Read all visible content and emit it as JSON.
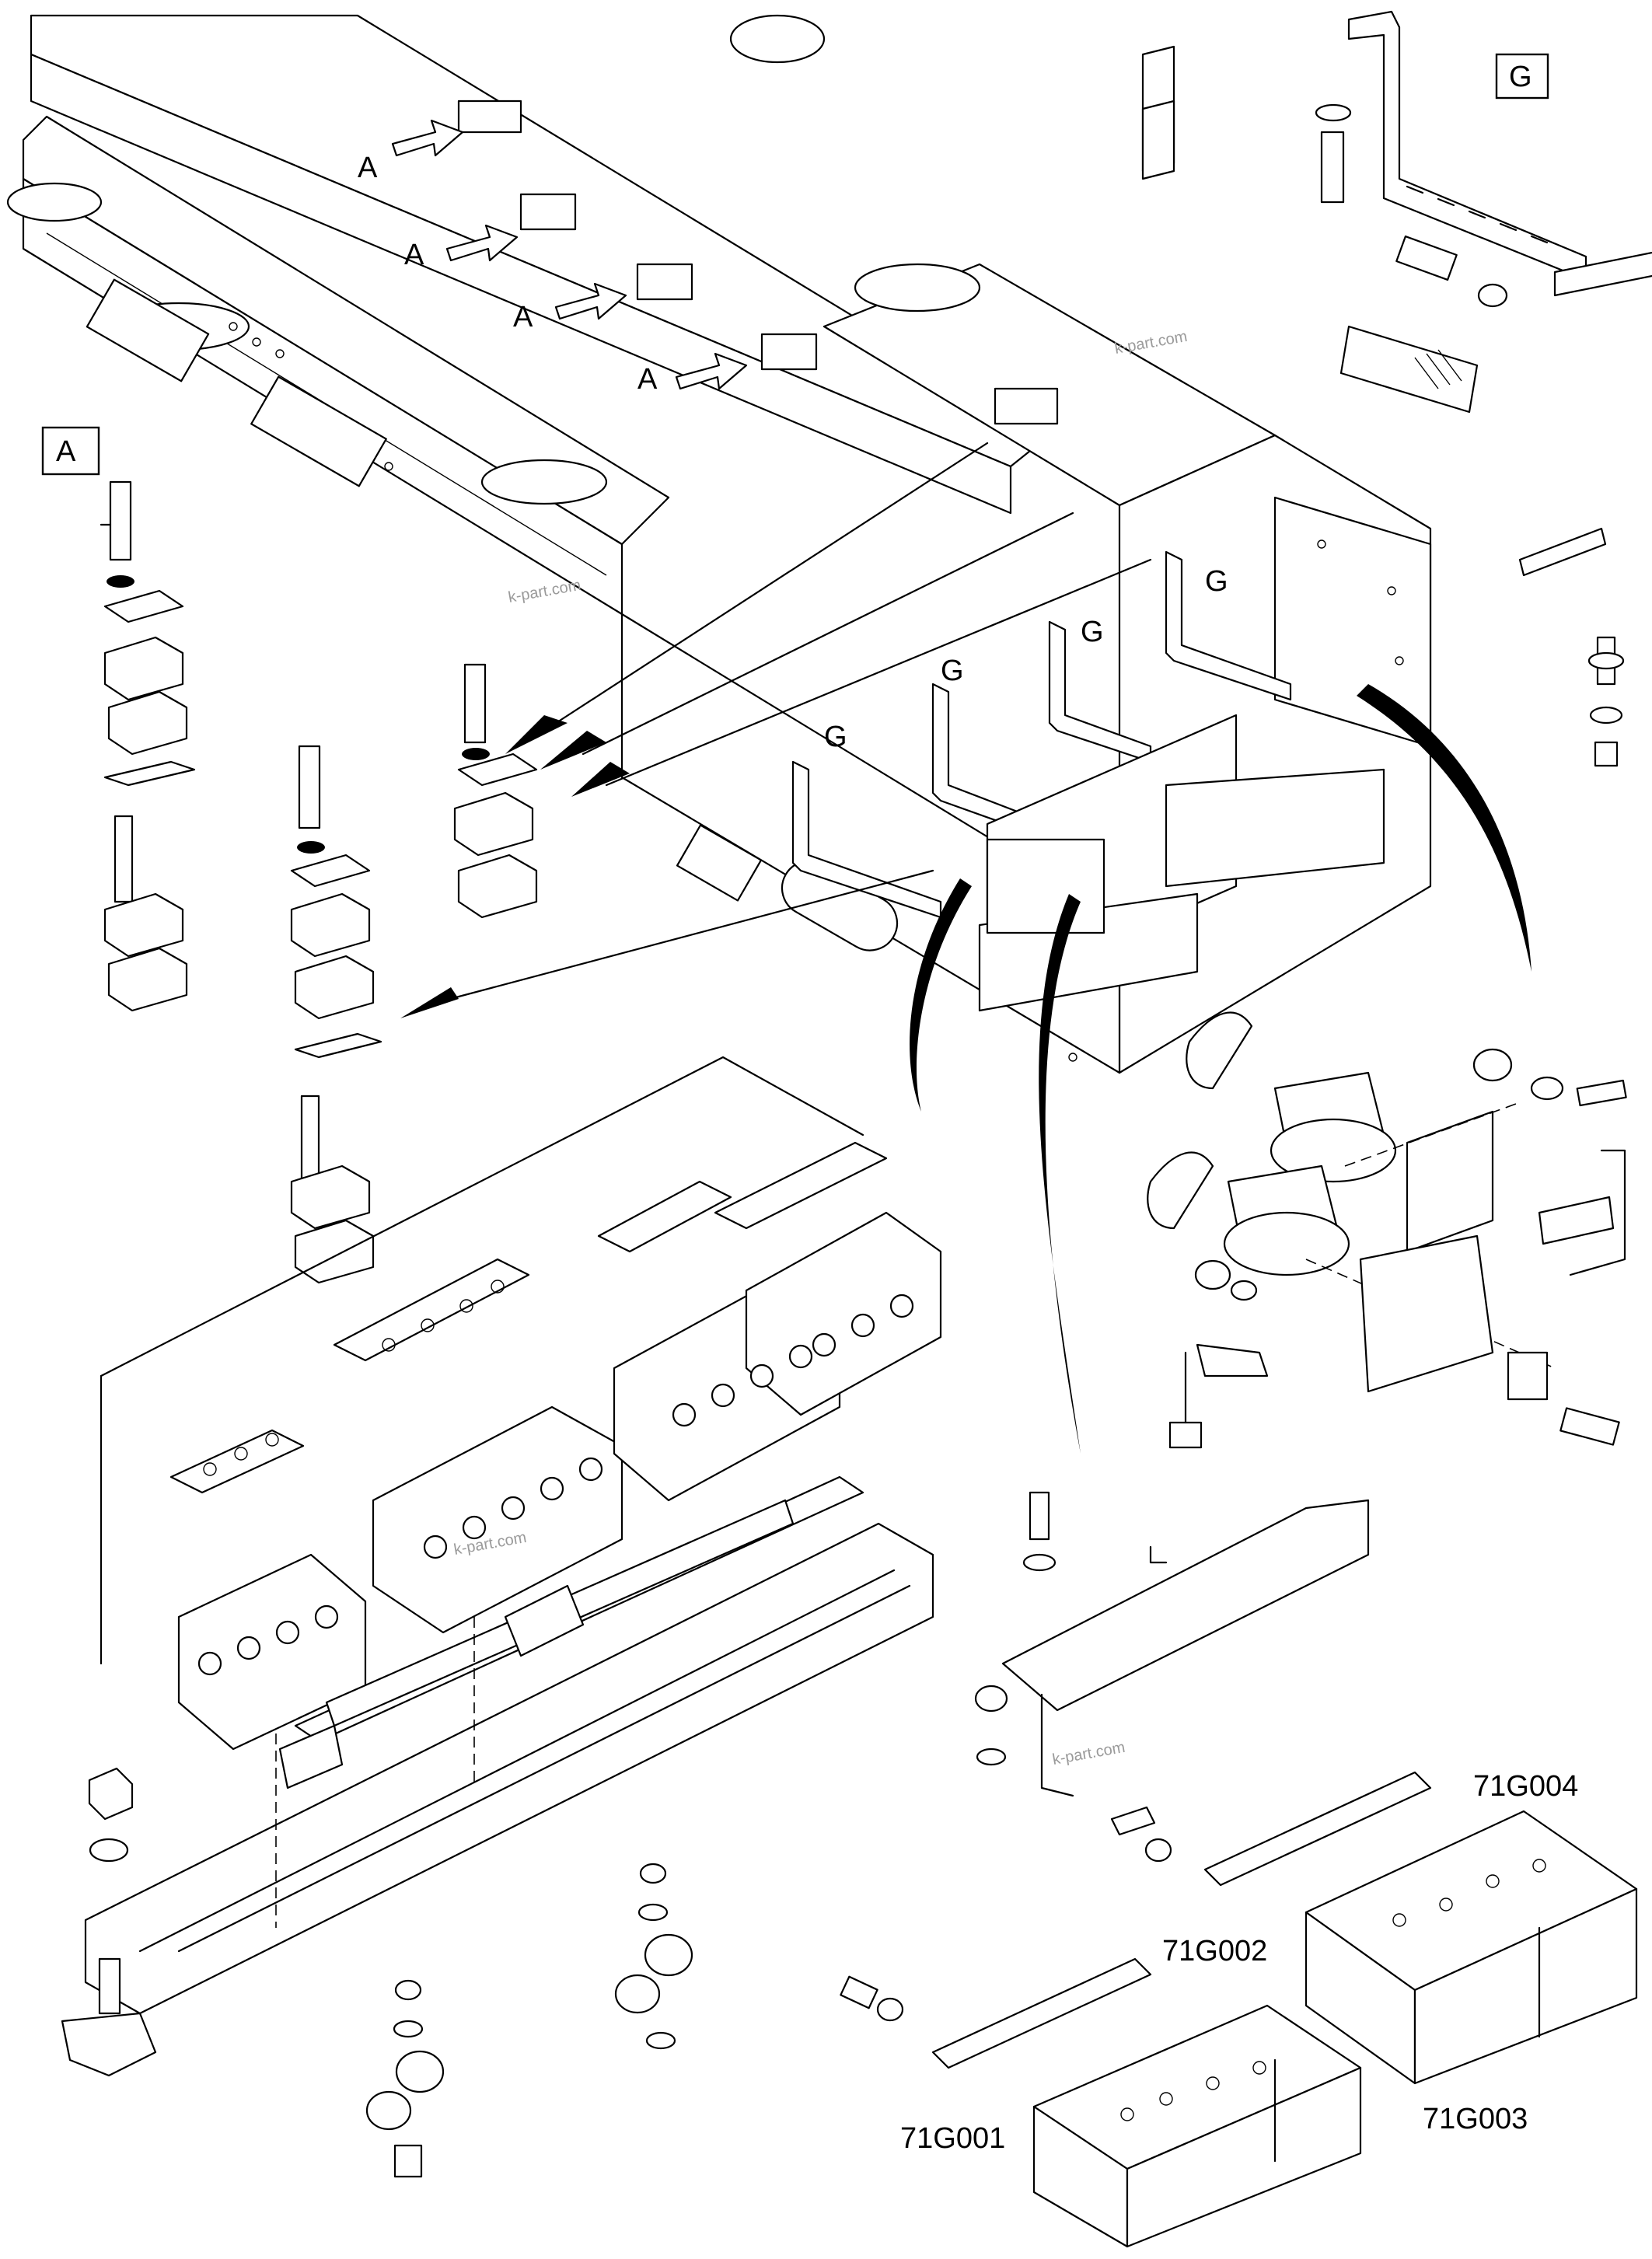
{
  "callouts": {
    "detail_a_box": "A",
    "detail_g_box": "G",
    "a1": "A",
    "a2": "A",
    "a3": "A",
    "a4": "A",
    "g1": "G",
    "g2": "G",
    "g3": "G",
    "g4": "G"
  },
  "batteries": {
    "b1": "71G001",
    "b2": "71G002",
    "b3": "71G003",
    "b4": "71G004"
  },
  "watermark": "k-part.com"
}
